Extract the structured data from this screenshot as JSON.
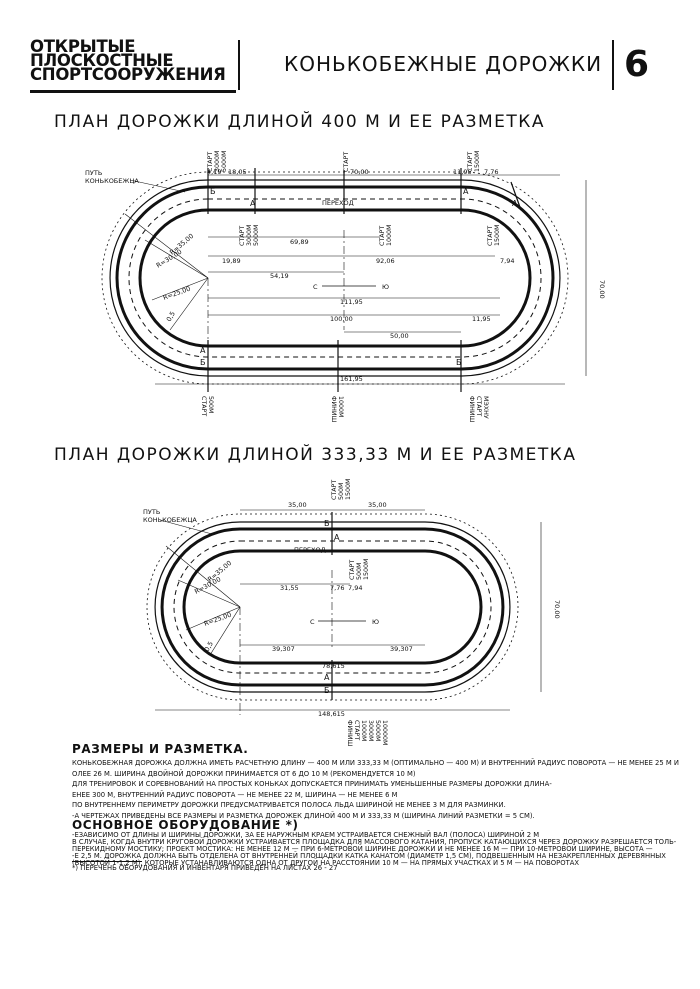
{
  "header": {
    "left_lines": [
      "ОТКРЫТЫЕ",
      "ПЛОСКОСТНЫЕ",
      "СПОРТСООРУЖЕНИЯ"
    ],
    "title": "КОНЬКОБЕЖНЫЕ ДОРОЖКИ",
    "sheet": "6"
  },
  "plan1": {
    "title": "ПЛАН ДОРОЖКИ ДЛИНОЙ 400 М И ЕЕ РАЗМЕТКА",
    "path_label": [
      "ПУТЬ",
      "КОНЬКОБЕЖЦА"
    ],
    "crossing": "ПЕРЕХОД",
    "start_top_left": [
      "СТАРТ",
      "3000М",
      "5000М"
    ],
    "start_top_mid": "СТАРТ",
    "start_top_right": [
      "СТАРТ",
      "1500М"
    ],
    "start_inner_left": [
      "СТАРТ",
      "3000М",
      "5000М"
    ],
    "start_inner_mid": [
      "СТАРТ",
      "1000М"
    ],
    "start_inner_right": [
      "СТАРТ",
      "1500М"
    ],
    "start_bottom_left": [
      "СТАРТ",
      "500М"
    ],
    "finish_bottom_mid": [
      "ФИНИШ",
      "1000М"
    ],
    "finish_bottom_right": [
      "ФИНИШ",
      "СТАРТ",
      "МЭХНУ"
    ],
    "dims": [
      "4,19",
      "18,05",
      "70,00",
      "11,95",
      "7,76",
      "69,89",
      "19,89",
      "92,06",
      "7,94",
      "54,19",
      "111,95",
      "100,00",
      "11,95",
      "50,00",
      "161,95",
      "70,00"
    ],
    "radii": [
      "R=35,00",
      "R=30,00",
      "R=25,00",
      "0,5"
    ],
    "axis": [
      "С",
      "Ю"
    ],
    "marks": [
      "А",
      "Б",
      "А",
      "А",
      "Б",
      "А",
      "Б"
    ]
  },
  "plan2": {
    "title": "ПЛАН ДОРОЖКИ ДЛИНОЙ 333,33 М И ЕЕ РАЗМЕТКА",
    "path_label": [
      "ПУТЬ",
      "КОНЬКОБЕЖЦА"
    ],
    "crossing": "ПЕРЕХОД",
    "start_top": [
      "СТАРТ",
      "500М",
      "1500М"
    ],
    "start_inner": [
      "СТАРТ",
      "500М",
      "1500М"
    ],
    "finish_bottom": [
      "ФИНИШ",
      "СТАРТ",
      "1000М",
      "3000М",
      "5000М",
      "10000М"
    ],
    "dims": [
      "35,00",
      "35,00",
      "31,55",
      "7,76",
      "7,94",
      "39,307",
      "39,307",
      "78,615",
      "148,615",
      "70,00"
    ],
    "radii": [
      "R=35,00",
      "R=30,00",
      "R=25,00",
      "0,5"
    ],
    "axis": [
      "С",
      "Ю"
    ],
    "marks": [
      "Б",
      "А",
      "А",
      "Б"
    ]
  },
  "notes": {
    "heading1": "РАЗМЕРЫ И РАЗМЕТКА.",
    "lines1": [
      "КОНЬКОБЕЖНАЯ ДОРОЖКА ДОЛЖНА ИМЕТЬ РАСЧЕТНУЮ ДЛИНУ — 400 М ИЛИ 333,33 М (ОПТИМАЛЬНО — 400 М) И ВНУТРЕННИЙ РАДИУС ПОВОРОТА — НЕ МЕНЕЕ 25 М И",
      "ОЛЕЕ 26 М. ШИРИНА ДВОЙНОЙ ДОРОЖКИ ПРИНИМАЕТСЯ ОТ 6 ДО 10 М (РЕКОМЕНДУЕТСЯ 10 М)",
      "ДЛЯ ТРЕНИРОВОК И СОРЕВНОВАНИЙ НА ПРОСТЫХ КОНЬКАХ ДОПУСКАЕТСЯ ПРИНИМАТЬ УМЕНЬШЕННЫЕ РАЗМЕРЫ ДОРОЖКИ ДЛИНА-",
      "ЕНЕЕ 300 М, ВНУТРЕННИЙ РАДИУС ПОВОРОТА — НЕ МЕНЕЕ 22 М, ШИРИНА — НЕ МЕНЕЕ 6 М",
      "ПО ВНУТРЕННЕМУ ПЕРИМЕТРУ ДОРОЖКИ ПРЕДУСМАТРИВАЕТСЯ ПОЛОСА ЛЬДА ШИРИНОЙ НЕ МЕНЕЕ 3 М ДЛЯ РАЗМИНКИ.",
      "-А ЧЕРТЕЖАХ ПРИВЕДЕНЫ ВСЕ РАЗМЕРЫ И РАЗМЕТКА ДОРОЖЕК ДЛИНОЙ 400 М И 333,33 М (ШИРИНА ЛИНИЙ РАЗМЕТКИ = 5 СМ)."
    ],
    "heading2": "ОСНОВНОЕ ОБОРУДОВАНИЕ *)",
    "lines2": [
      "-ЕЗАВИСИМО ОТ ДЛИНЫ И ШИРИНЫ ДОРОЖКИ, ЗА ЕЕ НАРУЖНЫМ КРАЕМ УСТРАИВАЕТСЯ СНЕЖНЫЙ ВАЛ (ПОЛОСА) ШИРИНОЙ 2 М",
      "В СЛУЧАЕ, КОГДА ВНУТРИ КРУГОВОЙ ДОРОЖКИ УСТРАИВАЕТСЯ ПЛОЩАДКА ДЛЯ МАССОВОГО КАТАНИЯ, ПРОПУСК КАТАЮЩИХСЯ ЧЕРЕЗ ДОРОЖКУ РАЗРЕШАЕТСЯ ТОЛЬ-",
      "ПЕРЕКИДНОМУ МОСТИКУ; ПРОЕКТ МОСТИКА: НЕ МЕНЕЕ 12 М — ПРИ 6-МЕТРОВОЙ ШИРИНЕ ДОРОЖКИ И НЕ МЕНЕЕ 16 М — ПРИ 10-МЕТРОВОЙ ШИРИНЕ, ВЫСОТА —",
      "-Е 2,5 М. ДОРОЖКА ДОЛЖНА БЫТЬ ОТДЕЛЕНА ОТ ВНУТРЕННЕЙ ПЛОЩАДКИ КАТКА КАНАТОМ (ДИАМЕТР 1,5 СМ), ПОДВЕШЕННЫМ НА НЕЗАКРЕПЛЕННЫХ ДЕРЕВЯННЫХ",
      "(ВЫСОТОЙ 1-1,2 М), КОТОРЫЕ УСТАНАВЛИВАЮТСЯ ОДНА ОТ ДРУГОЙ НА РАССТОЯНИИ 10 М — НА ПРЯМЫХ УЧАСТКАХ И 5 М — НА ПОВОРОТАХ"
    ],
    "footnote": "*) ПЕРЕЧЕНЬ ОБОРУДОВАНИЯ И ИНВЕНТАРЯ ПРИВЕДЕН НА ЛИСТАХ 26 - 27"
  }
}
